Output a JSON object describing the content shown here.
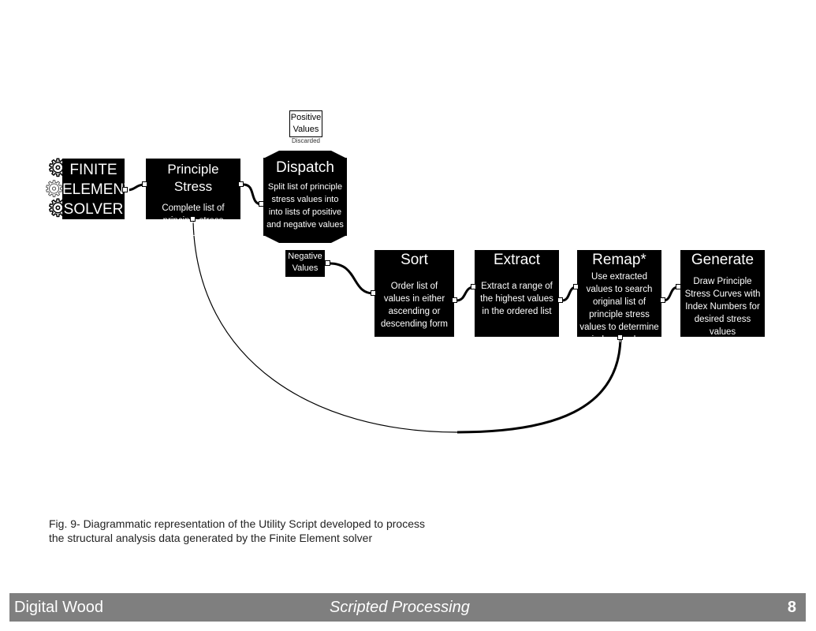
{
  "nodes": {
    "fem": {
      "title_lines": [
        "FINITE",
        "ELEMENT",
        "SOLVER"
      ]
    },
    "principle": {
      "title": "Principle Stress",
      "desc": "Complete list of principle stress values"
    },
    "dispatch": {
      "title": "Dispatch",
      "desc": "Split list of principle stress values into into lists of positive and negative values"
    },
    "sort": {
      "title": "Sort",
      "desc": "Order list of values in either ascending or descending form"
    },
    "extract": {
      "title": "Extract",
      "desc": "Extract a range of the highest values in the ordered list"
    },
    "remap": {
      "title": "Remap*",
      "desc": "Use extracted values to search original list of principle stress values to determine index number"
    },
    "generate": {
      "title": "Generate",
      "desc": "Draw Principle Stress Curves with Index Numbers for desired stress values"
    }
  },
  "outputs": {
    "positive": {
      "label": "Positive Values",
      "note": "Discarded"
    },
    "negative": {
      "label": "Negative Values"
    }
  },
  "caption": "Fig. 9- Diagrammatic representation of the Utility Script developed to process the structural analysis data generated by the Finite Element solver",
  "footer": {
    "left": "Digital Wood",
    "center": "Scripted Processing",
    "page": "8"
  },
  "icons": {
    "gears": "gear-icon"
  }
}
